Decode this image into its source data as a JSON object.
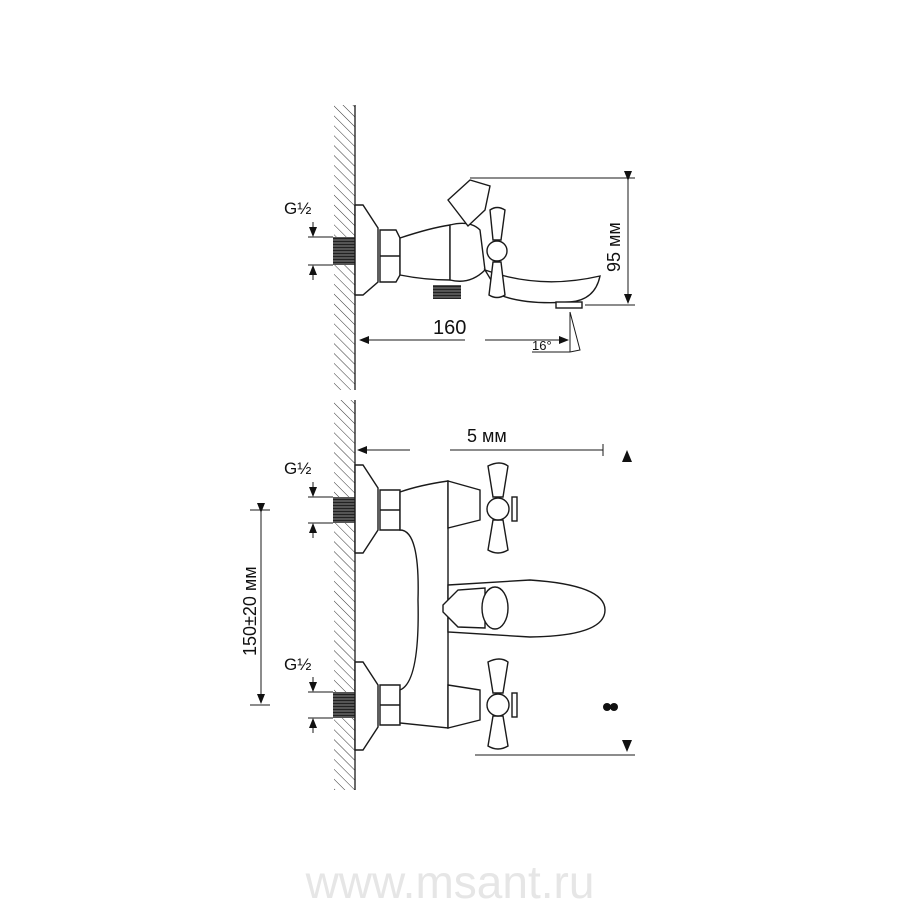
{
  "side_view": {
    "thread_label": "G½",
    "length_dim": "160",
    "height_dim": "95 мм",
    "angle_dim": "16°"
  },
  "front_view": {
    "thread_label_top": "G½",
    "thread_label_bottom": "G½",
    "depth_dim": "5 мм",
    "spacing_dim": "150±20 мм"
  },
  "watermark": "www.msant.ru"
}
